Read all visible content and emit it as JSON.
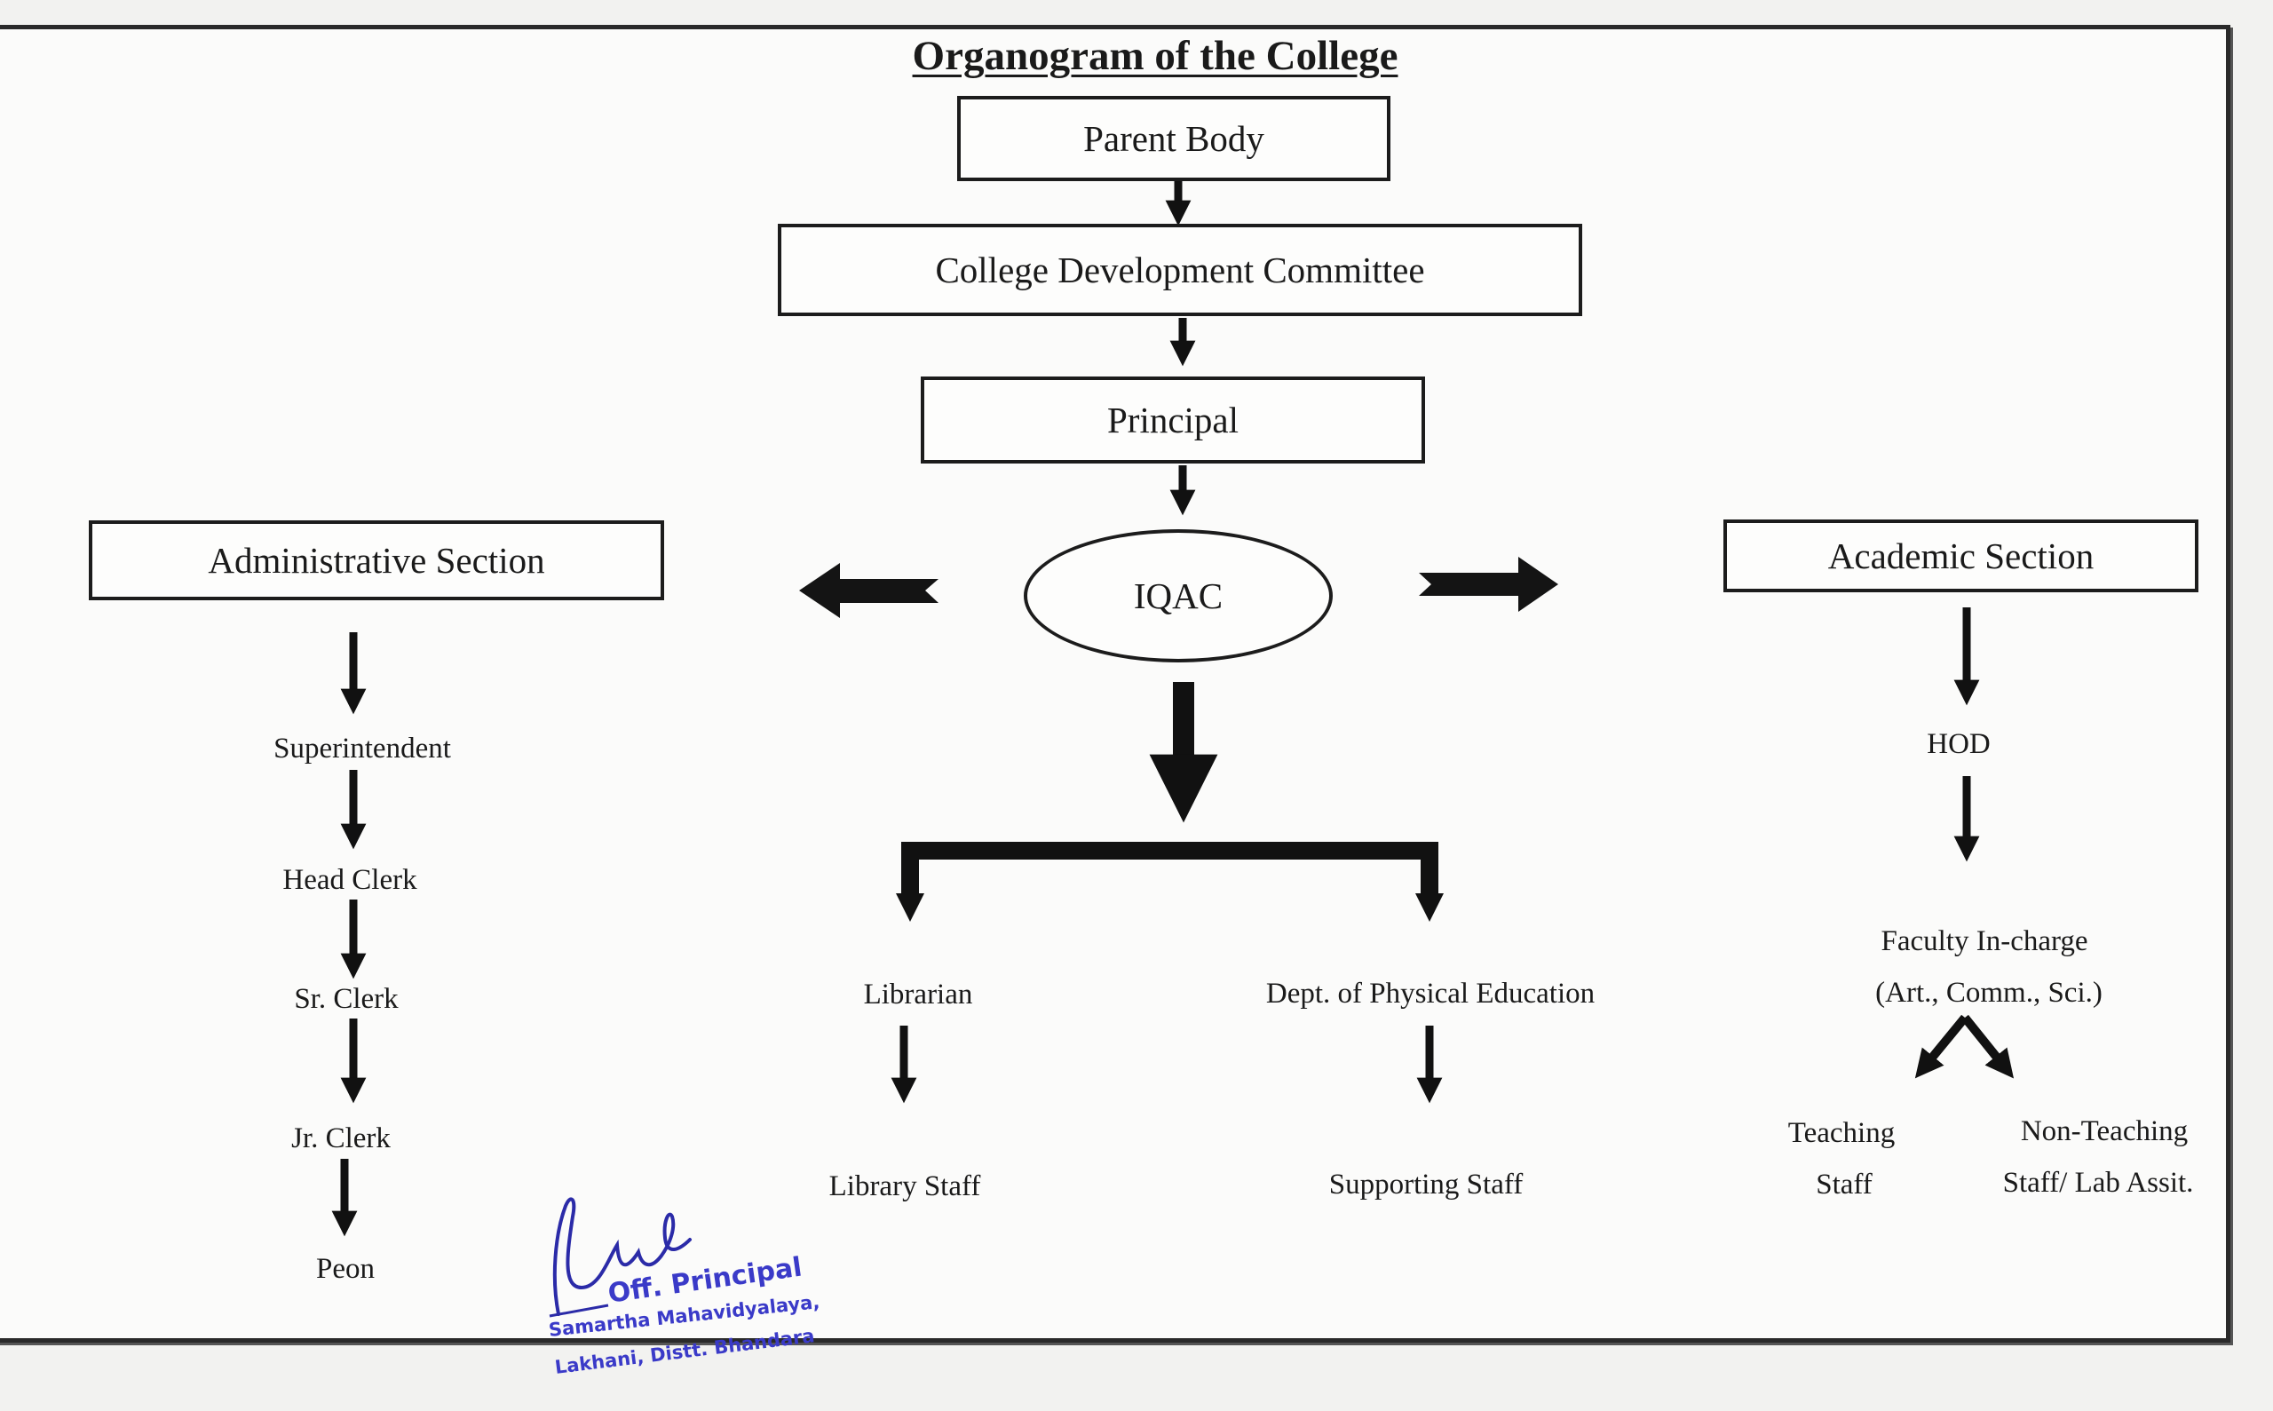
{
  "diagram": {
    "title": "Organogram of the College",
    "top_chain": {
      "parent_body": "Parent Body",
      "cdc": "College Development Committee",
      "principal": "Principal",
      "iqac": "IQAC"
    },
    "administrative": {
      "heading": "Administrative Section",
      "items": [
        "Superintendent",
        "Head Clerk",
        "Sr. Clerk",
        "Jr. Clerk",
        "Peon"
      ]
    },
    "center": {
      "librarian": "Librarian",
      "library_staff": "Library Staff",
      "physical_education": "Dept. of Physical Education",
      "supporting_staff": "Supporting Staff"
    },
    "academic": {
      "heading": "Academic Section",
      "hod": "HOD",
      "faculty_line1": "Faculty In-charge",
      "faculty_line2": "(Art., Comm., Sci.)",
      "teaching_line1": "Teaching",
      "teaching_line2": "Staff",
      "nonteaching_line1": "Non-Teaching",
      "nonteaching_line2": "Staff/ Lab Assit."
    },
    "stamp": {
      "line1": "Off. Principal",
      "line2": "Samartha Mahavidyalaya,",
      "line3": "Lakhani, Distt. Bhandara"
    }
  },
  "colors": {
    "ink": "#1a1a1a",
    "stamp_ink": "#3a3ac8"
  }
}
